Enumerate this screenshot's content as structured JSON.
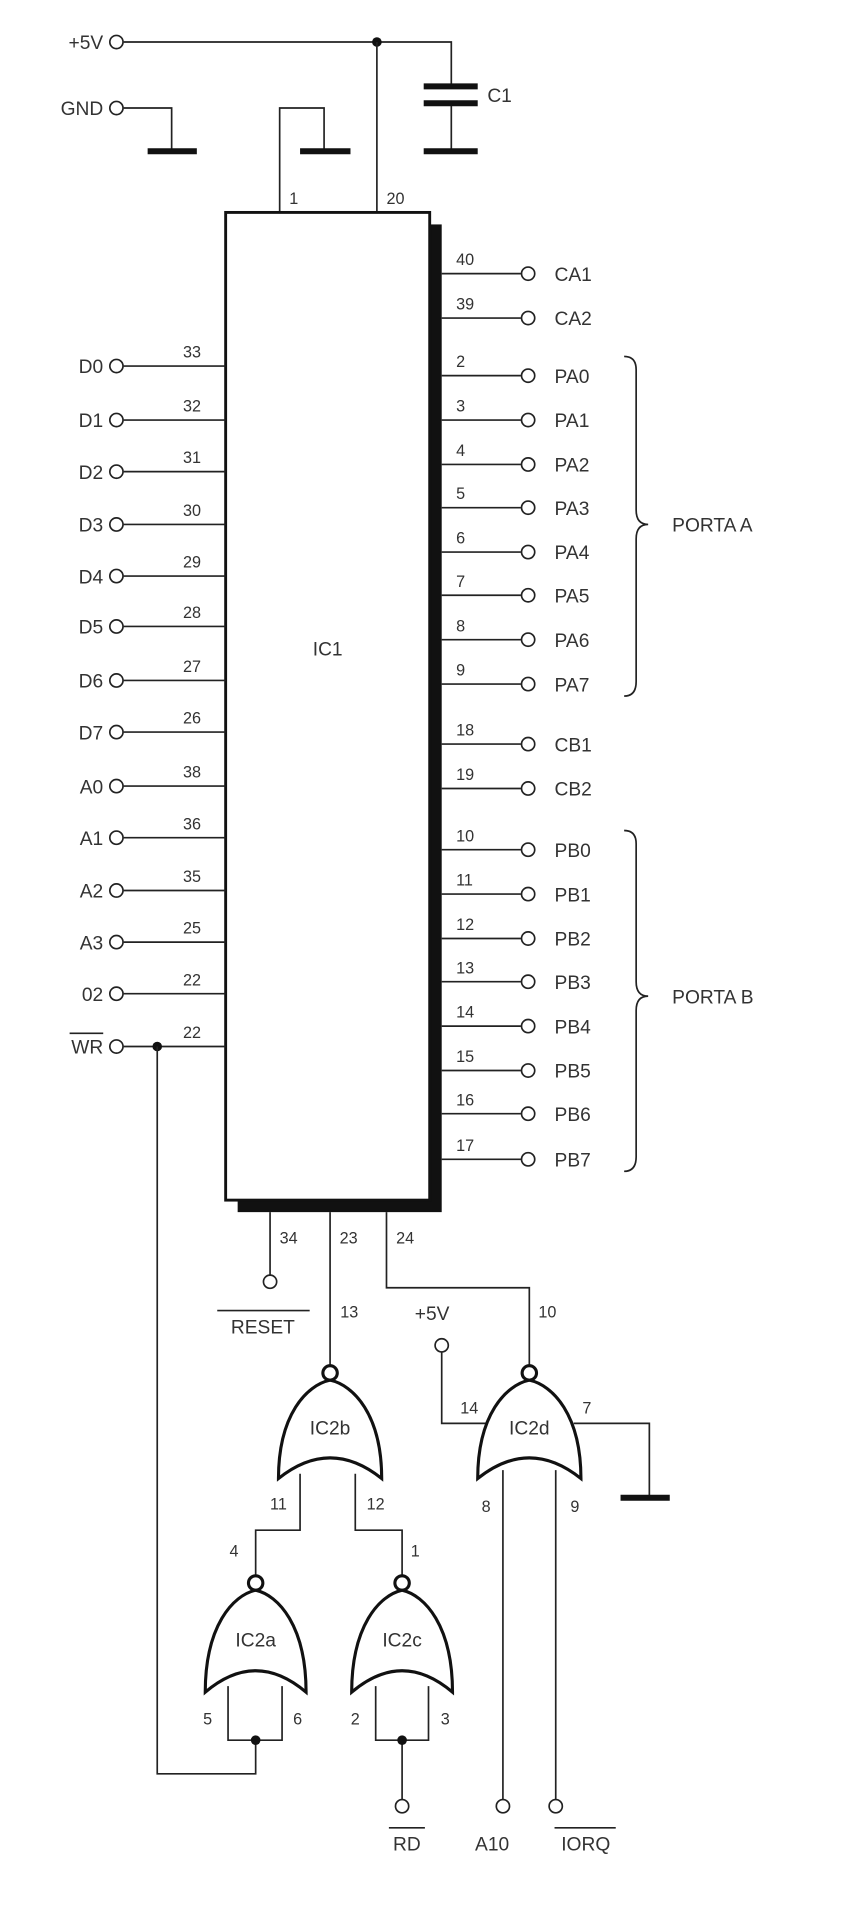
{
  "power": {
    "vcc_label": "+5V",
    "gnd_label": "GND",
    "cap_label": "C1",
    "pin1": "1",
    "pin20": "20"
  },
  "ic1": {
    "label": "IC1"
  },
  "left_pins": [
    {
      "name": "D0",
      "pin": "33"
    },
    {
      "name": "D1",
      "pin": "32"
    },
    {
      "name": "D2",
      "pin": "31"
    },
    {
      "name": "D3",
      "pin": "30"
    },
    {
      "name": "D4",
      "pin": "29"
    },
    {
      "name": "D5",
      "pin": "28"
    },
    {
      "name": "D6",
      "pin": "27"
    },
    {
      "name": "D7",
      "pin": "26"
    },
    {
      "name": "A0",
      "pin": "38"
    },
    {
      "name": "A1",
      "pin": "36"
    },
    {
      "name": "A2",
      "pin": "35"
    },
    {
      "name": "A3",
      "pin": "25"
    },
    {
      "name": "02",
      "pin": "22"
    },
    {
      "name": "WR",
      "pin": "22",
      "active_low": true
    }
  ],
  "right_pins": [
    {
      "name": "CA1",
      "pin": "40"
    },
    {
      "name": "CA2",
      "pin": "39"
    },
    {
      "name": "PA0",
      "pin": "2"
    },
    {
      "name": "PA1",
      "pin": "3"
    },
    {
      "name": "PA2",
      "pin": "4"
    },
    {
      "name": "PA3",
      "pin": "5"
    },
    {
      "name": "PA4",
      "pin": "6"
    },
    {
      "name": "PA5",
      "pin": "7"
    },
    {
      "name": "PA6",
      "pin": "8"
    },
    {
      "name": "PA7",
      "pin": "9"
    },
    {
      "name": "CB1",
      "pin": "18"
    },
    {
      "name": "CB2",
      "pin": "19"
    },
    {
      "name": "PB0",
      "pin": "10"
    },
    {
      "name": "PB1",
      "pin": "11"
    },
    {
      "name": "PB2",
      "pin": "12"
    },
    {
      "name": "PB3",
      "pin": "13"
    },
    {
      "name": "PB4",
      "pin": "14"
    },
    {
      "name": "PB5",
      "pin": "15"
    },
    {
      "name": "PB6",
      "pin": "16"
    },
    {
      "name": "PB7",
      "pin": "17"
    }
  ],
  "ports": {
    "a": "PORTA A",
    "b": "PORTA B"
  },
  "bottom": {
    "pin34": "34",
    "pin23": "23",
    "pin24": "24",
    "reset": "RESET"
  },
  "gates": {
    "ic2a": {
      "label": "IC2a",
      "out": "4",
      "in1": "5",
      "in2": "6"
    },
    "ic2b": {
      "label": "IC2b",
      "out": "13",
      "in1": "11",
      "in2": "12"
    },
    "ic2c": {
      "label": "IC2c",
      "out": "1",
      "in1": "2",
      "in2": "3"
    },
    "ic2d": {
      "label": "IC2d",
      "out": "10",
      "in1": "8",
      "in2": "9",
      "vcc_pin": "14",
      "gnd_pin": "7",
      "vcc_label": "+5V"
    }
  },
  "inputs": {
    "rd": "RD",
    "a10": "A10",
    "iorq": "IORQ"
  }
}
